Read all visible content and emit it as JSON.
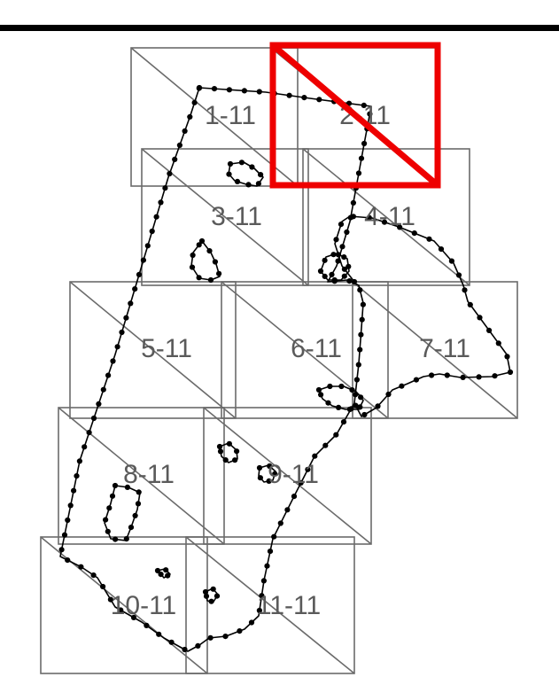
{
  "tiles": [
    {
      "id": "1-11"
    },
    {
      "id": "2-11"
    },
    {
      "id": "3-11"
    },
    {
      "id": "4-11"
    },
    {
      "id": "5-11"
    },
    {
      "id": "6-11"
    },
    {
      "id": "7-11"
    },
    {
      "id": "8-11"
    },
    {
      "id": "9-11"
    },
    {
      "id": "10-11"
    },
    {
      "id": "11-11"
    }
  ],
  "selected_tile": "2-11",
  "colors": {
    "tile_outline": "#6b6b6b",
    "tile_label": "#5a5a5a",
    "route": "#000000",
    "selection": "#ee0000",
    "background": "#ffffff"
  }
}
